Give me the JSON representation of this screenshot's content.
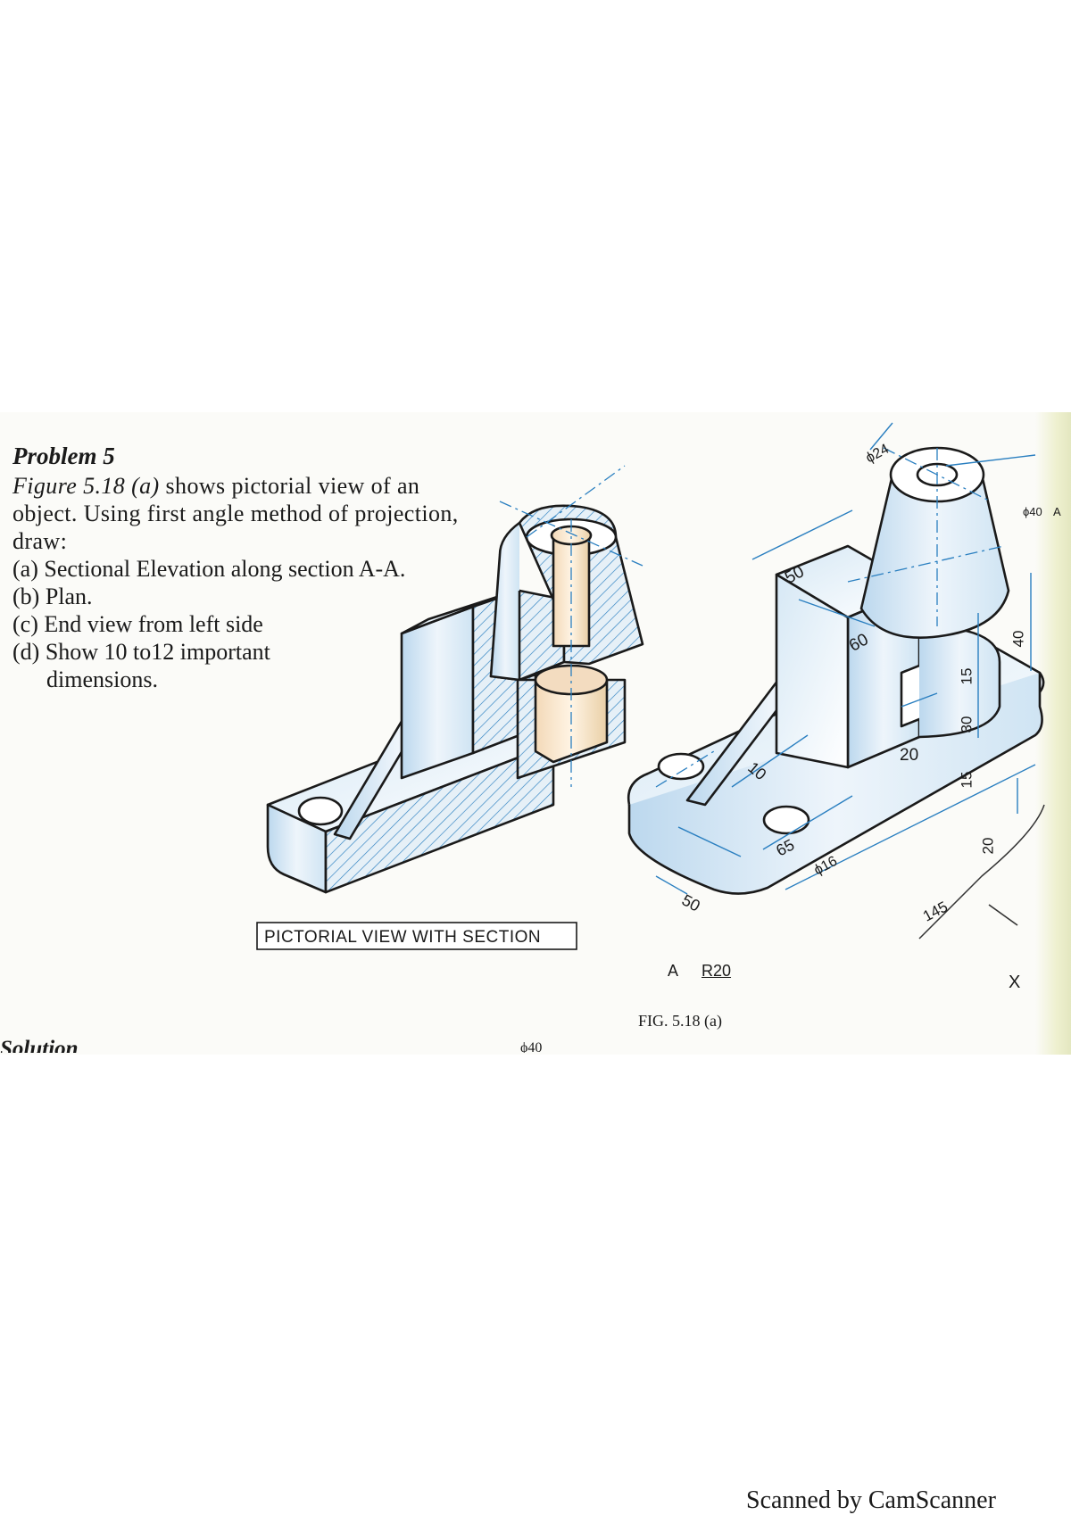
{
  "problem": {
    "title": "Problem 5",
    "intro_ref": "Figure 5.18 (a)",
    "intro_rest": "shows pictorial view of an object. Using first angle method of projection, draw:",
    "items": [
      "(a) Sectional Elevation along section A-A.",
      "(b) Plan.",
      "(c) End view from left side",
      "(d) Show 10 to12 important"
    ],
    "item_d_cont": "dimensions."
  },
  "figure": {
    "caption_box": "PICTORIAL VIEW WITH SECTION",
    "fig_label": "FIG. 5.18 (a)",
    "dims": {
      "d24": "ϕ24",
      "d40": "ϕ40",
      "a_top": "A",
      "d50_top": "50",
      "d60": "60",
      "d40_height": "40",
      "d15_upper": "15",
      "d30": "30",
      "d15_lower": "15",
      "d20_slot": "20",
      "d20_base": "20",
      "d10": "10",
      "d65": "65",
      "d16": "ϕ16",
      "d50_base": "50",
      "d145": "145",
      "a_bottom": "A",
      "r20": "R20",
      "x_mark": "X"
    }
  },
  "footer": {
    "solution": "Solution",
    "phi40": "ϕ40",
    "scanned": "Scanned by CamScanner"
  },
  "colors": {
    "ink": "#1a1a1a",
    "dimension_blue": "#2a7fc0",
    "shade_blue": "#cfe4f3"
  }
}
